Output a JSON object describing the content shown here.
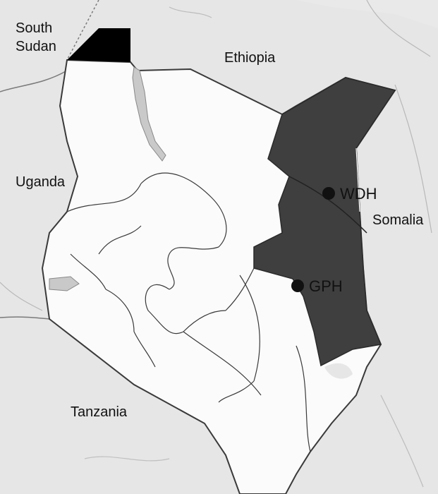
{
  "map": {
    "countries": {
      "south_sudan_line1": "South",
      "south_sudan_line2": "Sudan",
      "ethiopia": "Ethiopia",
      "uganda": "Uganda",
      "somalia": "Somalia",
      "tanzania": "Tanzania"
    },
    "sites": [
      {
        "label": "WDH"
      },
      {
        "label": "GPH"
      }
    ],
    "colors": {
      "background": "#e6e6e6",
      "kenya_fill": "#fbfbfb",
      "highlight_region": "#3f3f3f",
      "ilemi_triangle": "#000000",
      "border": "#3a3a3a",
      "water": "#c9c9c9"
    }
  }
}
